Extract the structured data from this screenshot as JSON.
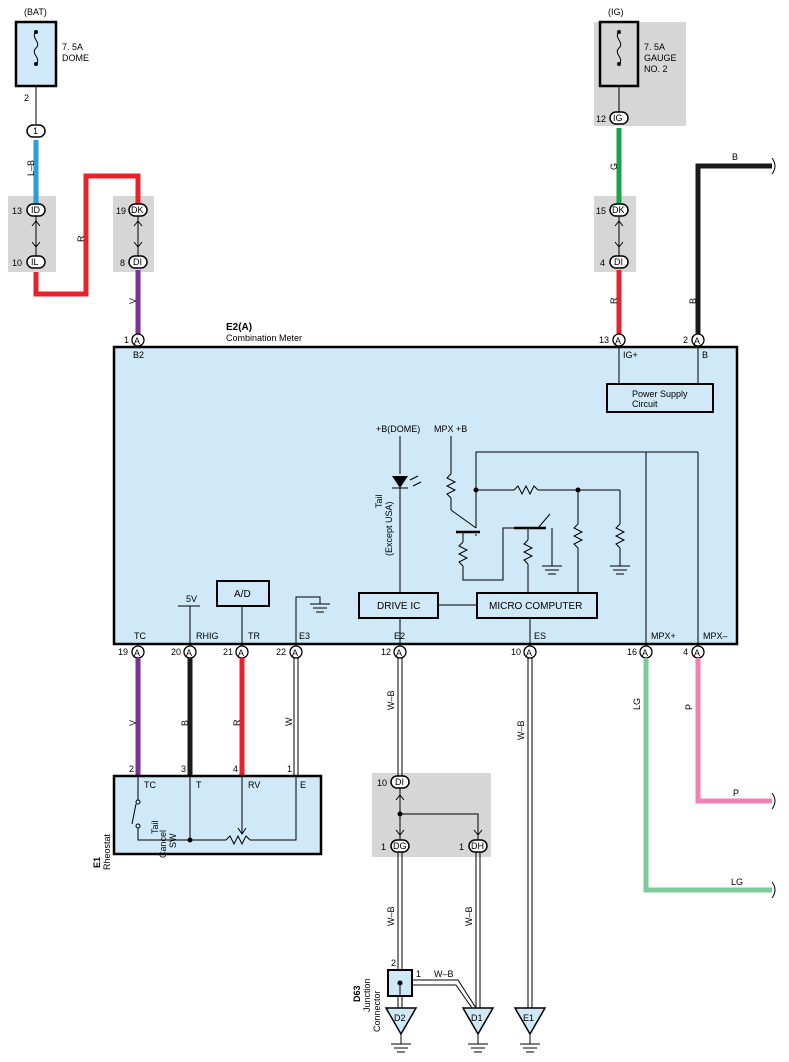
{
  "fuses": {
    "bat": {
      "source": "(BAT)",
      "rating": "7. 5A",
      "name": "DOME",
      "pin": "2"
    },
    "ig": {
      "source": "(IG)",
      "rating": "7. 5A",
      "name1": "GAUGE",
      "name2": "NO. 2"
    }
  },
  "connectors": {
    "c1": "1",
    "id": "ID",
    "il": "IL",
    "dk": "DK",
    "di": "DI",
    "ig": "IG",
    "dg": "DG",
    "dh": "DH",
    "a": "A"
  },
  "pins": {
    "p13": "13",
    "p10": "10",
    "p19": "19",
    "p8": "8",
    "p12": "12",
    "p15": "15",
    "p4": "4",
    "p1": "1",
    "p2": "2",
    "p13b": "13",
    "p2b": "2",
    "p19b": "19",
    "p20": "20",
    "p21": "21",
    "p22": "22",
    "p12b": "12",
    "p10b": "10",
    "p16": "16",
    "p4b": "4",
    "r2": "2",
    "r3": "3",
    "r4": "4",
    "r1": "1",
    "j10": "10",
    "j1a": "1",
    "j1b": "1",
    "d2": "2",
    "d1": "1"
  },
  "wires": {
    "lb": "L–B",
    "r1": "R",
    "v1": "V",
    "g": "G",
    "r2": "R",
    "b1": "B",
    "b2": "B",
    "v2": "V",
    "b3": "B",
    "r3": "R",
    "w": "W",
    "wb1": "W–B",
    "wb2": "W–B",
    "lg1": "LG",
    "p1": "P",
    "p2": "P",
    "lg2": "LG",
    "wb3": "W–B",
    "wb4": "W–B",
    "wb5": "W–B"
  },
  "meter": {
    "title": "E2(A)",
    "name": "Combination Meter",
    "top_labels": {
      "b2": "B2",
      "igp": "IG+",
      "b": "B"
    },
    "power_supply": [
      "Power Supply",
      "Circuit"
    ],
    "dome": "+B(DOME)",
    "mpx": "MPX +B",
    "tail1": "Tail",
    "tail2": "(Except USA)",
    "drive": "DRIVE IC",
    "micro": "MICRO COMPUTER",
    "ad": "A/D",
    "fivev": "5V",
    "bottom_labels": {
      "tc": "TC",
      "rhig": "RHIG",
      "tr": "TR",
      "e3": "E3",
      "e2": "E2",
      "es": "ES",
      "mpxp": "MPX+",
      "mpxm": "MPX–"
    }
  },
  "rheostat": {
    "code": "E1",
    "name": "Rheostat",
    "labels": {
      "tc": "TC",
      "t": "T",
      "rv": "RV",
      "e": "E"
    },
    "switch1": "Tail",
    "switch2": "Cancel",
    "switch3": "SW"
  },
  "junction": {
    "code": "D63",
    "name1": "Junction",
    "name2": "Connector"
  },
  "grounds": {
    "d2": "D2",
    "d1": "D1",
    "e1": "E1"
  },
  "colors": {
    "lb": "#2a9fd6",
    "red": "#e8222b",
    "purple": "#7b3294",
    "green": "#1aa34a",
    "black": "#1a1a1a",
    "lg": "#7ccb98",
    "pink": "#ee82b4",
    "meter_fill": "#cfe9f8",
    "gray": "#d6d6d6"
  }
}
